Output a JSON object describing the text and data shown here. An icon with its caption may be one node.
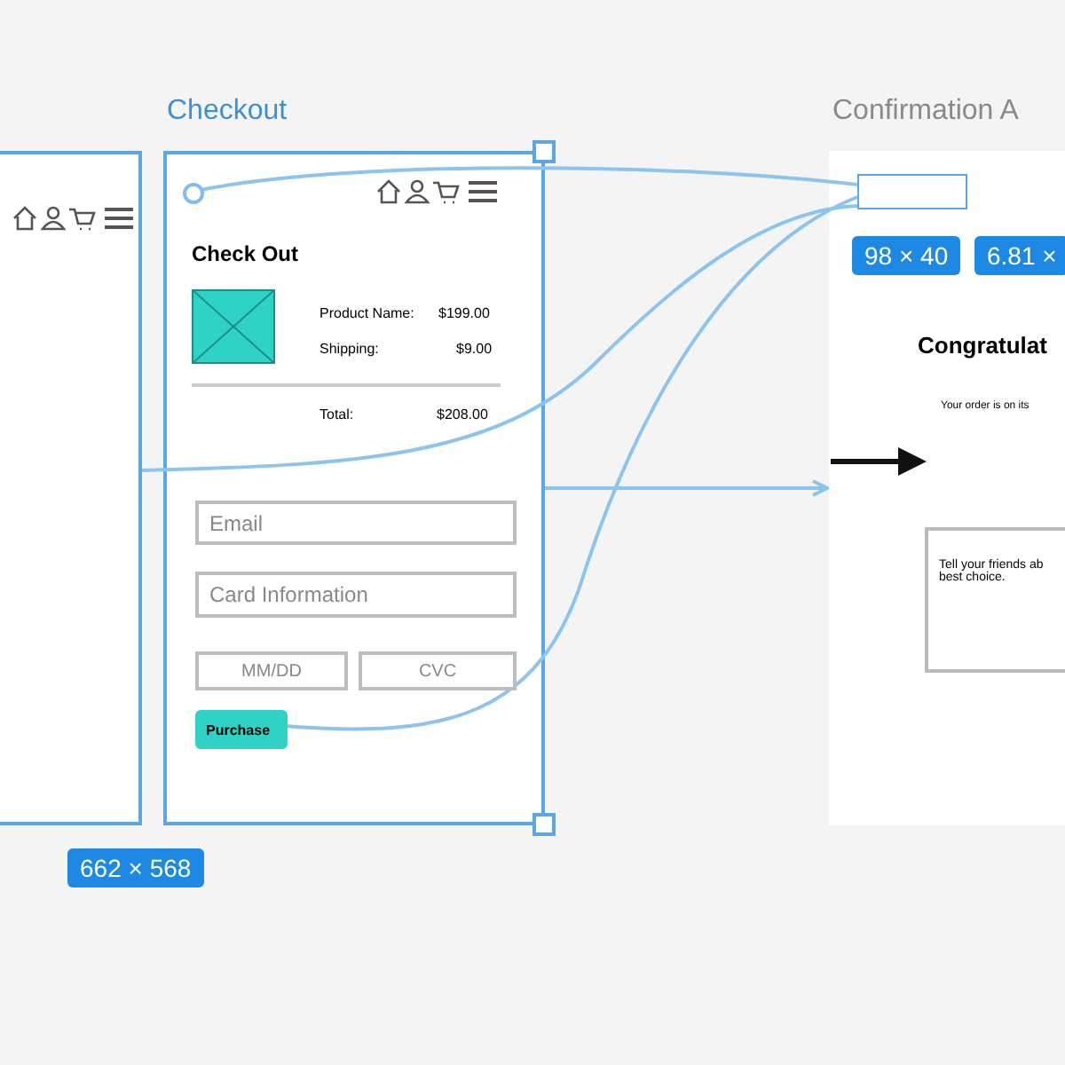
{
  "diagram": {
    "nodes": [
      {
        "text": [],
        "shape": "box"
      },
      {
        "text": [
          "Checkout"
        ]
      },
      {
        "text": [],
        "shape": "circle",
        "in": 1
      },
      {
        "text": [
          "Email"
        ],
        "in": 1
      },
      {
        "text": [
          "Card Information"
        ],
        "in": 1
      },
      {
        "text": [
          "MM/DD"
        ],
        "in": 1
      },
      {
        "text": [
          "CVC"
        ],
        "in": 1
      },
      {
        "text": [
          "Purchase"
        ],
        "in": 1
      },
      {
        "text": [
          "Confirmation A"
        ]
      },
      {
        "text": [],
        "shape": "box",
        "in": 8
      },
      {
        "text": [
          "Tell your friends ab best choice."
        ],
        "in": 8
      }
    ],
    "edges": [
      {
        "from": 2,
        "to": 9,
        "arrow": "none"
      },
      {
        "from": 0,
        "to": 9,
        "arrow": "none"
      },
      {
        "from": 1,
        "to": 8,
        "arrow": "to"
      },
      {
        "from": 7,
        "to": 9,
        "arrow": "none"
      }
    ],
    "labels": [
      "Check Out",
      "Product Name:",
      "$199.00",
      "Shipping:",
      "$9.00",
      "Total:",
      "$208.00",
      "662 × 568",
      "98 × 40",
      "6.81 ×",
      "Congratulat",
      "Your order is on its"
    ]
  }
}
